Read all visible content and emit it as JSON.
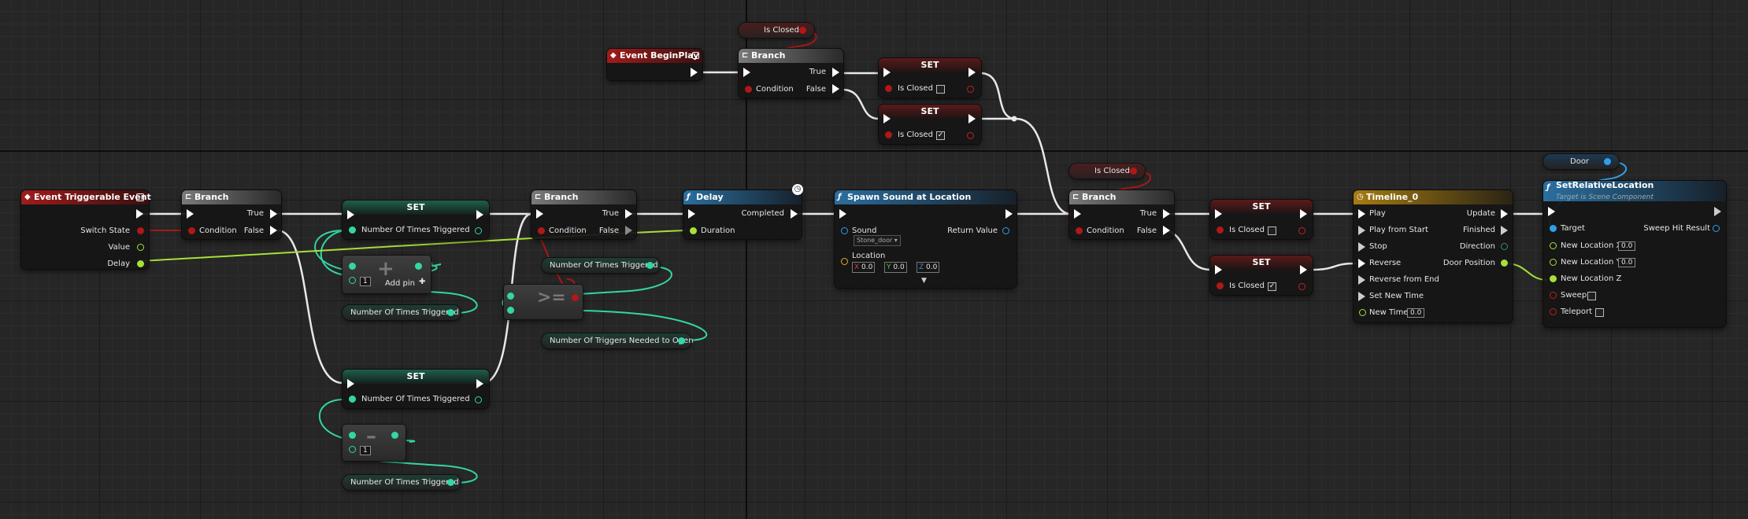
{
  "nodes": {
    "event_triggerable": {
      "title": "Event Triggerable Event",
      "pins": [
        "Switch State",
        "Value",
        "Delay"
      ]
    },
    "branch1": {
      "title": "Branch",
      "condition": "Condition",
      "true": "True",
      "false": "False"
    },
    "set_times_top": {
      "title": "SET",
      "var": "Number Of Times Triggered"
    },
    "add_node": {
      "add_pin": "Add pin",
      "plus_glyph": "+",
      "value": "1"
    },
    "get_times1": {
      "label": "Number Of Times Triggered"
    },
    "set_times_bottom": {
      "title": "SET",
      "var": "Number Of Times Triggered"
    },
    "sub_node": {
      "value": "1"
    },
    "get_times2": {
      "label": "Number Of Times Triggered"
    },
    "branch2": {
      "title": "Branch",
      "condition": "Condition",
      "true": "True",
      "false": "False"
    },
    "get_times3": {
      "label": "Number Of Times Triggered"
    },
    "compare_node": {
      "glyph": ">="
    },
    "get_needed": {
      "label": "Number Of Triggers Needed to Open"
    },
    "delay": {
      "title": "Delay",
      "duration": "Duration",
      "completed": "Completed"
    },
    "spawn_sound": {
      "title": "Spawn Sound at Location",
      "sound_label": "Sound",
      "sound_value": "Stone_door",
      "return_value": "Return Value",
      "location_label": "Location",
      "loc_x_label": "X",
      "loc_x": "0.0",
      "loc_y_label": "Y",
      "loc_y": "0.0",
      "loc_z_label": "Z",
      "loc_z": "0.0",
      "expand_glyph": "▼"
    },
    "event_beginplay": {
      "title": "Event BeginPlay"
    },
    "get_isclosed_top": {
      "label": "Is Closed"
    },
    "branch_top": {
      "title": "Branch",
      "condition": "Condition",
      "true": "True",
      "false": "False"
    },
    "set_isclosed_a": {
      "title": "SET",
      "var": "Is Closed",
      "checked": ""
    },
    "set_isclosed_b": {
      "title": "SET",
      "var": "Is Closed",
      "checked": "✓"
    },
    "get_isclosed_mid": {
      "label": "Is Closed"
    },
    "branch3": {
      "title": "Branch",
      "condition": "Condition",
      "true": "True",
      "false": "False"
    },
    "set_isclosed_c": {
      "title": "SET",
      "var": "Is Closed",
      "checked": ""
    },
    "set_isclosed_d": {
      "title": "SET",
      "var": "Is Closed",
      "checked": "✓"
    },
    "timeline": {
      "title": "Timeline_0",
      "inputs": [
        "Play",
        "Play from Start",
        "Stop",
        "Reverse",
        "Reverse from End",
        "Set New Time",
        "New Time"
      ],
      "new_time_value": "0.0",
      "outputs": [
        "Update",
        "Finished",
        "Direction",
        "Door Position"
      ]
    },
    "get_door": {
      "label": "Door"
    },
    "set_rel_loc": {
      "title": "SetRelativeLocation",
      "subtitle": "Target is Scene Component",
      "target": "Target",
      "new_loc_x": "New Location X",
      "new_loc_x_val": "0.0",
      "new_loc_y": "New Location Y",
      "new_loc_y_val": "0.0",
      "new_loc_z": "New Location Z",
      "sweep": "Sweep",
      "teleport": "Teleport",
      "sweep_hit": "Sweep Hit Result"
    }
  },
  "colors": {
    "exec": "#ffffff",
    "bool": "#b01818",
    "int": "#33d6a6",
    "float": "#a6e038",
    "object": "#2ea0ea",
    "event_header": "#a01c1c"
  },
  "icons": {
    "event": "event-diamond-icon",
    "branch": "branch-icon",
    "function": "function-f-icon",
    "timeline": "timeline-clock-icon",
    "latent": "clock-icon"
  }
}
